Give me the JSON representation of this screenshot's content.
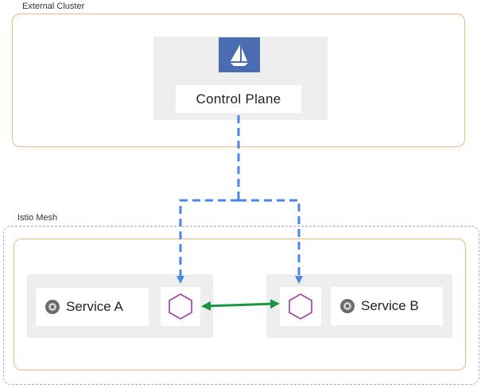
{
  "external_cluster": {
    "label": "External Cluster"
  },
  "control_plane": {
    "label": "Control Plane",
    "logo_icon": "istio-sail-logo",
    "logo_color": "#4a6cb3"
  },
  "istio_mesh": {
    "label": "Istio Mesh"
  },
  "services": [
    {
      "label": "Service A",
      "icon": "chip-icon"
    },
    {
      "label": "Service B",
      "icon": "chip-icon"
    }
  ],
  "colors": {
    "cluster_border": "#f3b77a",
    "mesh_border": "#9bb0d3",
    "control_link": "#4a86e8",
    "service_link": "#1a9641",
    "proxy": "#a33ea1"
  }
}
